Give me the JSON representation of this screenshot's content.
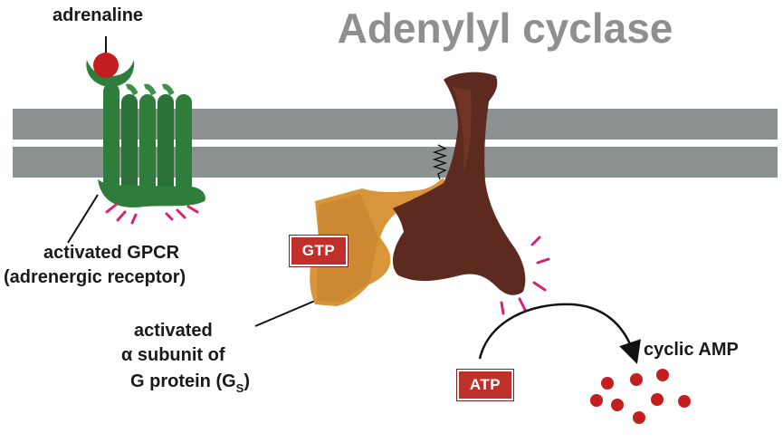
{
  "title": "Adenylyl cyclase",
  "labels": {
    "adrenaline": "adrenaline",
    "gpcr_line1": "activated GPCR",
    "gpcr_line2": "(adrenergic receptor)",
    "alpha_line1": "activated",
    "alpha_line2": "α subunit of",
    "alpha_line3_main": "G protein (G",
    "alpha_line3_sub": "S",
    "alpha_line3_end": ")",
    "gtp": "GTP",
    "atp": "ATP",
    "camp": "cyclic AMP"
  },
  "colors": {
    "title": "#8f8f8f",
    "membrane": "#8c9191",
    "receptor": "#2f7d3b",
    "adrenaline": "#c41e1e",
    "g_protein": "#d9953a",
    "cyclase": "#5c2a1e",
    "badge": "#c0302b",
    "activation_marks": "#d6246e",
    "camp_dots": "#c41e1e"
  }
}
